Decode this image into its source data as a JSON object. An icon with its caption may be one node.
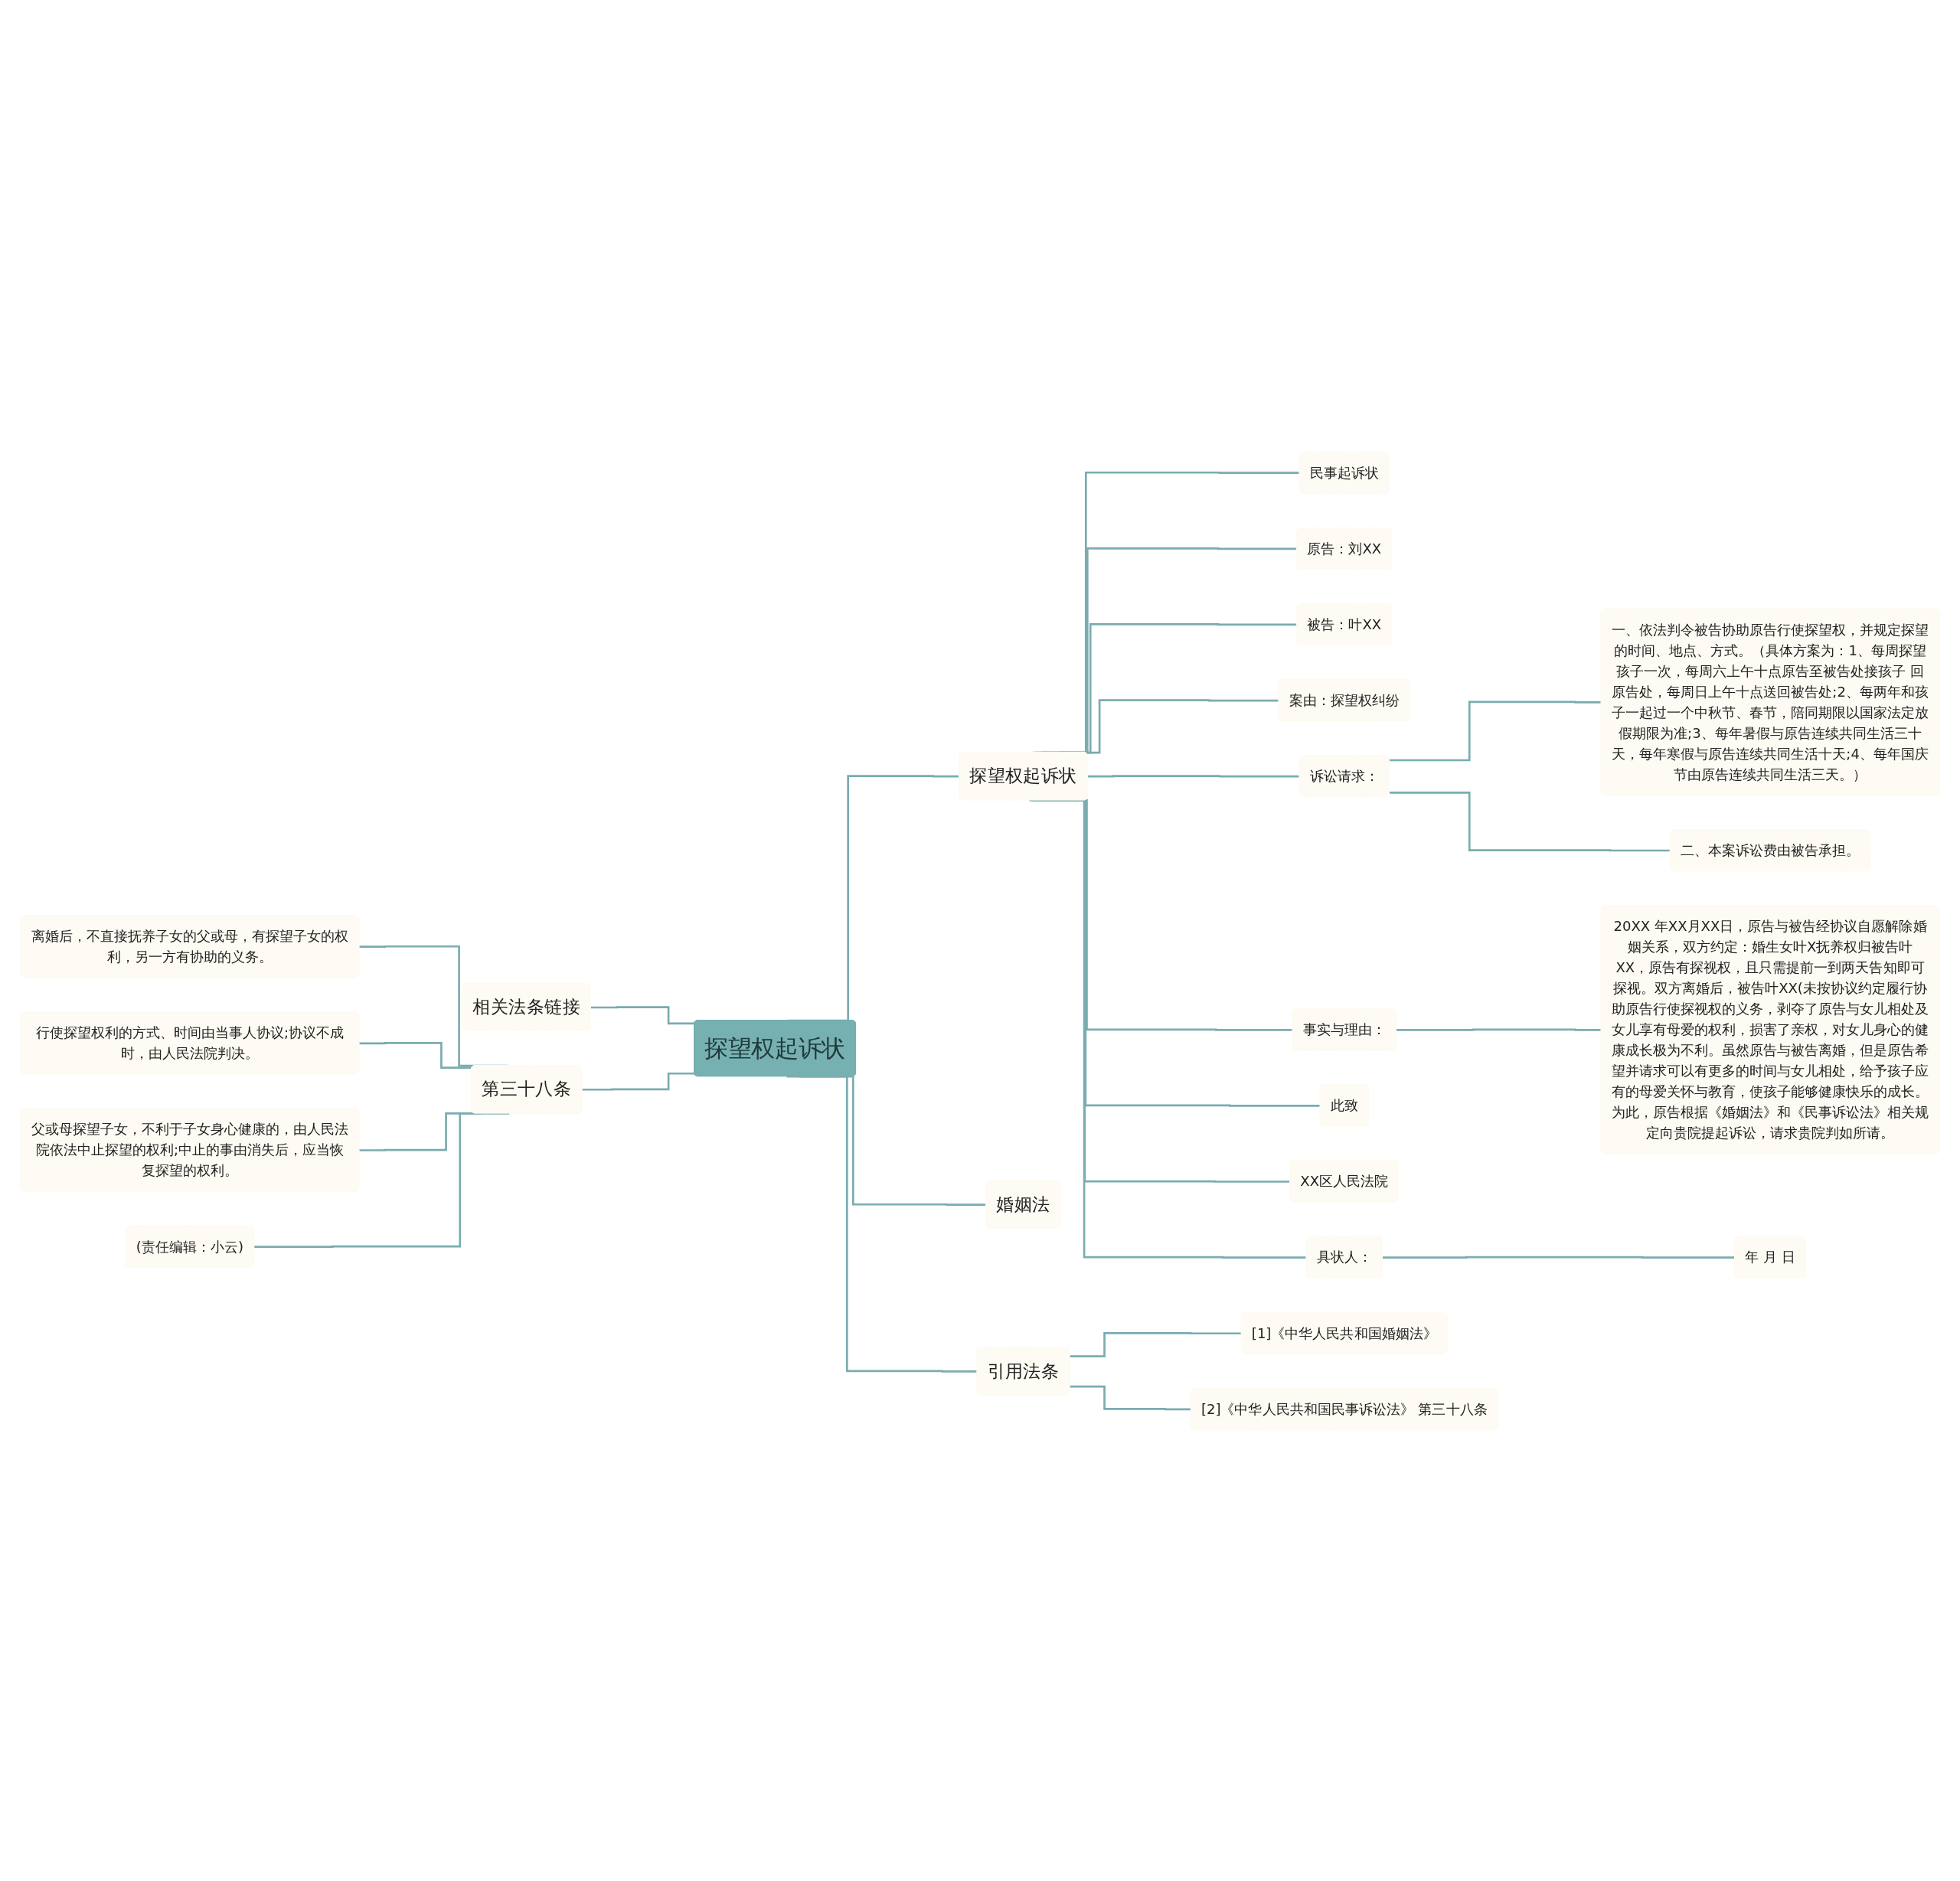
{
  "diagram": {
    "nodes": [
      {
        "text": [
          "探望权起诉状"
        ]
      },
      {
        "text": [
          "探望权起诉状"
        ]
      },
      {
        "text": [
          "民事起诉状"
        ]
      },
      {
        "text": [
          "原告：刘XX"
        ]
      },
      {
        "text": [
          "被告：叶XX"
        ]
      },
      {
        "text": [
          "案由：探望权纠纷"
        ]
      },
      {
        "text": [
          "诉讼请求："
        ]
      },
      {
        "text": [
          "一、依法判令被告协助原告行使探望权，并规定探望的时间、地点、方式。（具体方案为：1、每周探望孩子一次，每周六上午十点原告至被告处接孩子 回原告处，每周日上午十点送回被告处;2、每两年和孩子一起过一个中秋节、春节，陪同期限以国家法定放假期限为准;3、每年暑假与原告连续共同生活三十天，每年寒假与原告连续共同生活十天;4、每年国庆节由原告连续共同生活三天。）"
        ]
      },
      {
        "text": [
          "二、本案诉讼费由被告承担。"
        ]
      },
      {
        "text": [
          "事实与理由："
        ]
      },
      {
        "text": [
          "20XX 年XX月XX日，原告与被告经协议自愿解除婚姻关系，双方约定：婚生女叶X抚养权归被告叶XX，原告有探视权，且只需提前一到两天告知即可探视。双方离婚后，被告叶XX(未按协议约定履行协助原告行使探视权的义务，剥夺了原告与女儿相处及女儿享有母爱的权利，损害了亲权，对女儿身心的健康成长极为不利。虽然原告与被告离婚，但是原告希望并请求可以有更多的时间与女儿相处，给予孩子应有的母爱关怀与教育，使孩子能够健康快乐的成长。为此，原告根据《婚姻法》和《民事诉讼法》相关规定向贵院提起诉讼，请求贵院判如所请。"
        ]
      },
      {
        "text": [
          "此致"
        ]
      },
      {
        "text": [
          "XX区人民法院"
        ]
      },
      {
        "text": [
          "具状人："
        ]
      },
      {
        "text": [
          "年 月 日"
        ]
      },
      {
        "text": [
          "婚姻法"
        ]
      },
      {
        "text": [
          "引用法条"
        ]
      },
      {
        "text": [
          "[1]《中华人民共和国婚姻法》"
        ]
      },
      {
        "text": [
          "[2]《中华人民共和国民事诉讼法》 第三十八条"
        ]
      },
      {
        "text": [
          "相关法条链接"
        ]
      },
      {
        "text": [
          "第三十八条"
        ]
      },
      {
        "text": [
          "离婚后，不直接抚养子女的父或母，有探望子女的权利，另一方有协助的义务。"
        ]
      },
      {
        "text": [
          "行使探望权利的方式、时间由当事人协议;协议不成时，由人民法院判决。"
        ]
      },
      {
        "text": [
          "父或母探望子女，不利于子女身心健康的，由人民法院依法中止探望的权利;中止的事由消失后，应当恢复探望的权利。"
        ]
      },
      {
        "text": [
          "(责任编辑：小云)"
        ]
      }
    ],
    "edges": [
      {
        "from": 0,
        "to": 1,
        "arrow": "none"
      },
      {
        "from": 1,
        "to": 2,
        "arrow": "none"
      },
      {
        "from": 1,
        "to": 3,
        "arrow": "none"
      },
      {
        "from": 1,
        "to": 4,
        "arrow": "none"
      },
      {
        "from": 1,
        "to": 5,
        "arrow": "none"
      },
      {
        "from": 1,
        "to": 6,
        "arrow": "none"
      },
      {
        "from": 6,
        "to": 7,
        "arrow": "none"
      },
      {
        "from": 6,
        "to": 8,
        "arrow": "none"
      },
      {
        "from": 1,
        "to": 9,
        "arrow": "none"
      },
      {
        "from": 9,
        "to": 10,
        "arrow": "none"
      },
      {
        "from": 1,
        "to": 11,
        "arrow": "none"
      },
      {
        "from": 1,
        "to": 12,
        "arrow": "none"
      },
      {
        "from": 1,
        "to": 13,
        "arrow": "none"
      },
      {
        "from": 13,
        "to": 14,
        "arrow": "none"
      },
      {
        "from": 0,
        "to": 15,
        "arrow": "none"
      },
      {
        "from": 0,
        "to": 16,
        "arrow": "none"
      },
      {
        "from": 16,
        "to": 17,
        "arrow": "none"
      },
      {
        "from": 16,
        "to": 18,
        "arrow": "none"
      },
      {
        "from": 0,
        "to": 19,
        "arrow": "none"
      },
      {
        "from": 0,
        "to": 20,
        "arrow": "none"
      },
      {
        "from": 20,
        "to": 21,
        "arrow": "none"
      },
      {
        "from": 20,
        "to": 22,
        "arrow": "none"
      },
      {
        "from": 20,
        "to": 23,
        "arrow": "none"
      },
      {
        "from": 20,
        "to": 24,
        "arrow": "none"
      }
    ]
  }
}
